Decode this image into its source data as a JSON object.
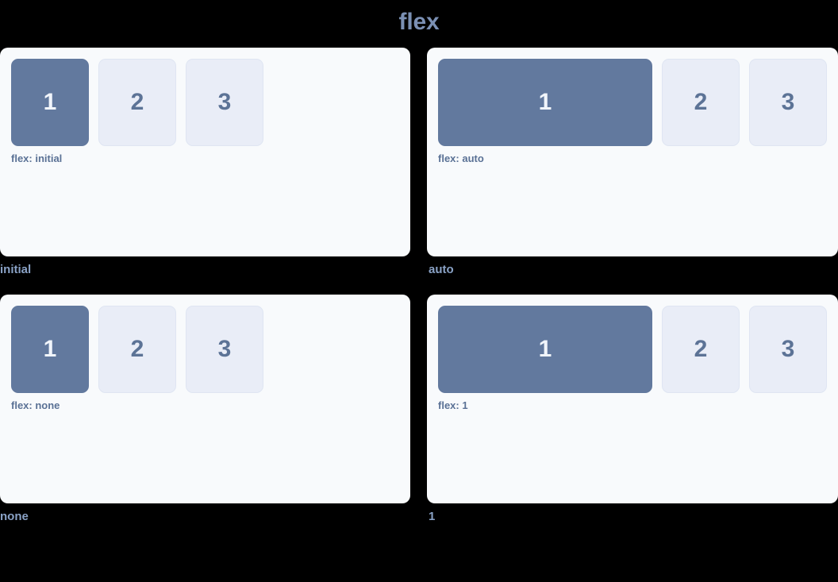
{
  "title": "flex",
  "colors": {
    "page_background": "#000000",
    "panel_background": "#f8fafc",
    "title": "#7b90b4",
    "primary_box_fill": "#62799e",
    "primary_box_text": "#f1f5fb",
    "plain_box_fill": "#e9edf7",
    "plain_box_border": "#dfe5f2",
    "plain_box_text": "#5c7396",
    "inner_label": "#5a7195",
    "caption": "#8aa2c6"
  },
  "demos": [
    {
      "caption": "initial",
      "inner_label": "flex: initial",
      "mode": "mode-initial",
      "boxes": [
        {
          "label": "1",
          "style": "primary"
        },
        {
          "label": "2",
          "style": "plain"
        },
        {
          "label": "3",
          "style": "plain"
        }
      ]
    },
    {
      "caption": "auto",
      "inner_label": "flex: auto",
      "mode": "mode-auto",
      "boxes": [
        {
          "label": "1",
          "style": "primary"
        },
        {
          "label": "2",
          "style": "plain"
        },
        {
          "label": "3",
          "style": "plain"
        }
      ]
    },
    {
      "caption": "none",
      "inner_label": "flex: none",
      "mode": "mode-none",
      "boxes": [
        {
          "label": "1",
          "style": "primary"
        },
        {
          "label": "2",
          "style": "plain"
        },
        {
          "label": "3",
          "style": "plain"
        }
      ]
    },
    {
      "caption": "1",
      "inner_label": "flex: 1",
      "mode": "mode-one",
      "boxes": [
        {
          "label": "1",
          "style": "primary"
        },
        {
          "label": "2",
          "style": "plain"
        },
        {
          "label": "3",
          "style": "plain"
        }
      ]
    }
  ]
}
